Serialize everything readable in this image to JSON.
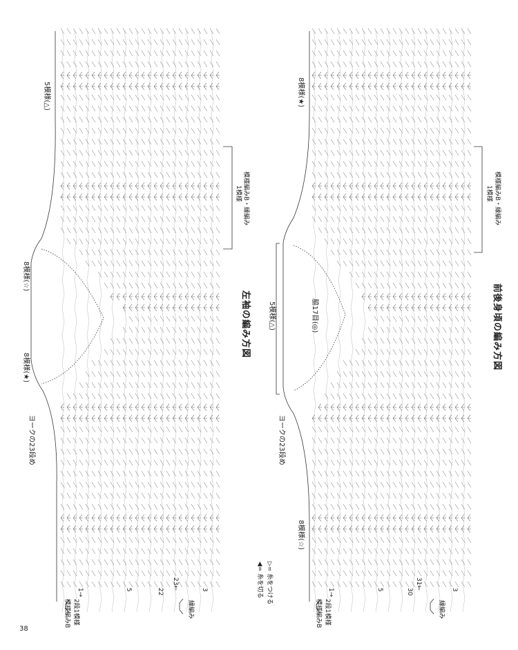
{
  "page_number": "38",
  "panels": [
    {
      "id": "sleeve",
      "title": "左袖の編み方図",
      "top_left_label": "5模様(△)",
      "pattern_brace_label": "模様編みB・縁編み",
      "pattern_brace_sub": "1模様",
      "neck_left_label": "8模様(☆)",
      "neck_right_label": "8模様(★)",
      "yoke_label": "ヨークの23段め",
      "row_numbers_bottom": [
        "1→",
        "5",
        "22",
        "23←",
        "3"
      ],
      "side_labels": [
        "2段1模様",
        "模様編みB",
        "縁編み"
      ]
    },
    {
      "id": "body",
      "title": "前後身頃の編み方図",
      "top_left_label": "8模様(★)",
      "pattern_brace_label": "模様編みB・縁編み",
      "pattern_brace_sub": "1模様",
      "center_bracket_label": "5模様(△)",
      "center_label": "脇17目(◎)",
      "yoke_label": "ヨークの23段め",
      "bottom_left_label": "8模様(☆)",
      "row_numbers_bottom": [
        "1→",
        "5",
        "30",
        "31←",
        "3"
      ],
      "side_labels": [
        "2段1模様",
        "模様編みB",
        "縁編み"
      ]
    }
  ],
  "legend": [
    {
      "symbol": "▷",
      "text": "= 糸をつける"
    },
    {
      "symbol": "◀",
      "text": "= 糸を切る"
    }
  ]
}
